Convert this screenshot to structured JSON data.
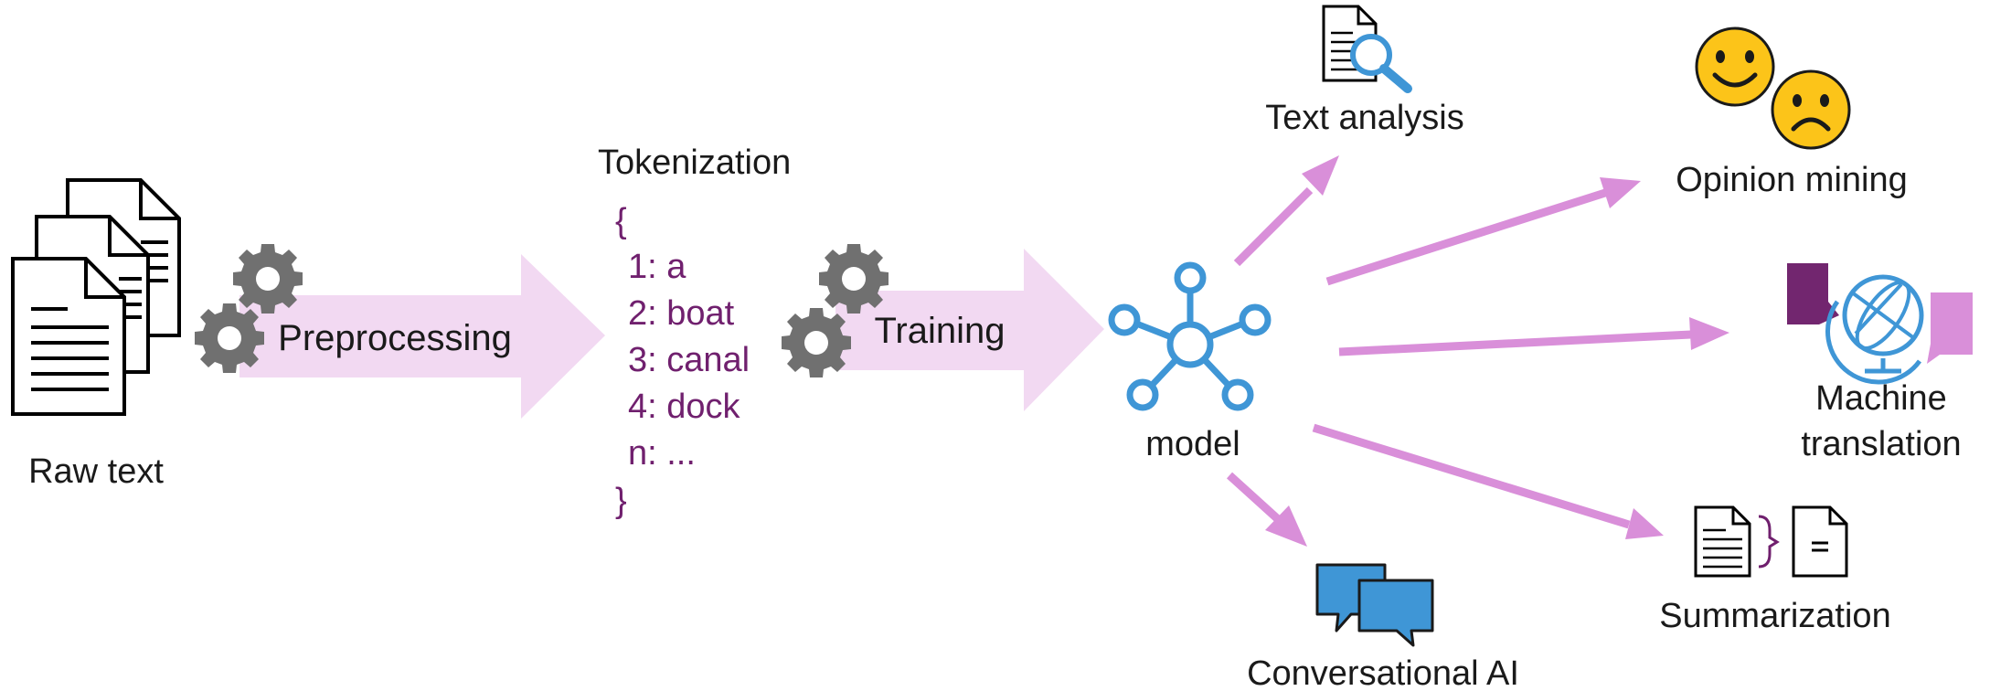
{
  "raw_text": {
    "label": "Raw text",
    "icon": "documents-icon"
  },
  "preprocessing": {
    "label": "Preprocessing",
    "icon": "gears-icon"
  },
  "tokenization": {
    "title": "Tokenization",
    "open_brace": "{",
    "entries": [
      "1: a",
      "2: boat",
      "3: canal",
      "4: dock",
      "n: ..."
    ],
    "close_brace": "}"
  },
  "training": {
    "label": "Training",
    "icon": "gears-icon"
  },
  "model": {
    "label": "model",
    "icon": "network-node-icon"
  },
  "outputs": {
    "text_analysis": {
      "label": "Text analysis",
      "icon": "document-search-icon"
    },
    "opinion_mining": {
      "label": "Opinion mining",
      "icon": "smiley-faces-icon"
    },
    "machine_translation": {
      "label_line1": "Machine",
      "label_line2": "translation",
      "icon": "globe-translation-icon"
    },
    "summarization": {
      "label": "Summarization",
      "icon": "document-summary-icon"
    },
    "conversational_ai": {
      "label": "Conversational AI",
      "icon": "chat-bubbles-icon"
    }
  },
  "colors": {
    "flow_arrow": "#f2d9f2",
    "output_arrow": "#d98fd9",
    "token_text": "#70206e",
    "gear": "#707070",
    "model_blue": "#3f96d6",
    "smiley": "#fcc419",
    "translate_dark": "#72266f",
    "translate_light": "#d98fd9"
  }
}
